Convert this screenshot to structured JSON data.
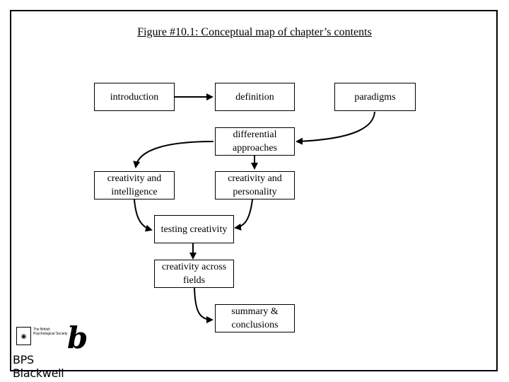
{
  "title": "Figure #10.1: Conceptual map of chapter’s contents",
  "nodes": {
    "introduction": "introduction",
    "definition": "definition",
    "paradigms": "paradigms",
    "differential": "differential approaches",
    "intelligence": "creativity and intelligence",
    "personality": "creativity and personality",
    "testing": "testing creativity",
    "fields": "creativity across fields",
    "summary": "summary & conclusions"
  },
  "logo": {
    "brand": "BPS Blackwell",
    "society": "The British Psychological Society",
    "mark": "b"
  }
}
